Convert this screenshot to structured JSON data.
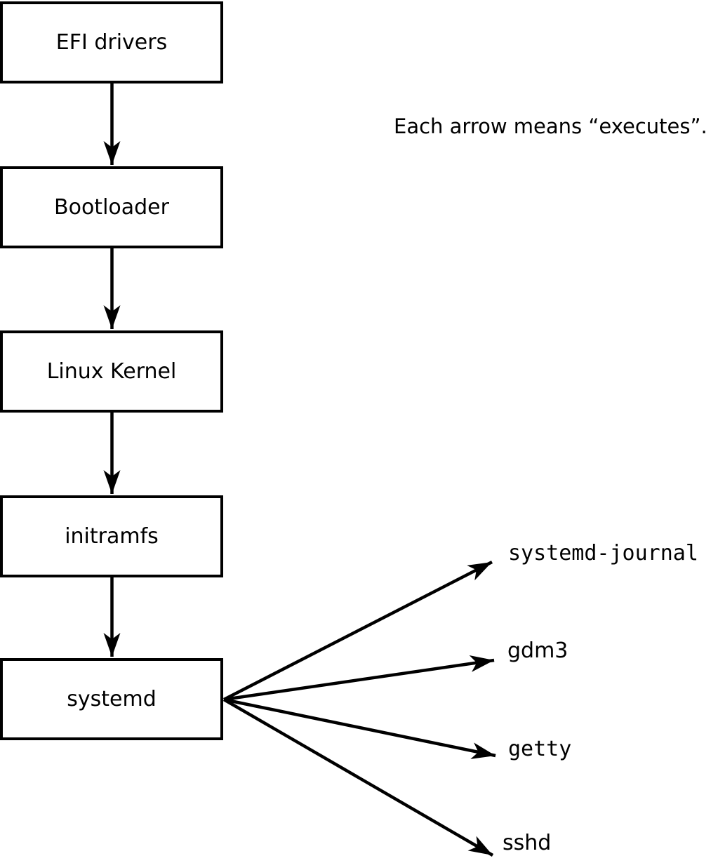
{
  "caption": "Each arrow means “executes”.",
  "chain": [
    {
      "label": "EFI drivers"
    },
    {
      "label": "Bootloader"
    },
    {
      "label": "Linux Kernel"
    },
    {
      "label": "initramfs"
    },
    {
      "label": "systemd"
    }
  ],
  "targets": [
    {
      "label": "systemd-journal"
    },
    {
      "label": "gdm3"
    },
    {
      "label": "getty"
    },
    {
      "label": "sshd"
    }
  ],
  "edges": [
    {
      "from": "EFI drivers",
      "to": "Bootloader",
      "meaning": "executes"
    },
    {
      "from": "Bootloader",
      "to": "Linux Kernel",
      "meaning": "executes"
    },
    {
      "from": "Linux Kernel",
      "to": "initramfs",
      "meaning": "executes"
    },
    {
      "from": "initramfs",
      "to": "systemd",
      "meaning": "executes"
    },
    {
      "from": "systemd",
      "to": "systemd-journal",
      "meaning": "executes"
    },
    {
      "from": "systemd",
      "to": "gdm3",
      "meaning": "executes"
    },
    {
      "from": "systemd",
      "to": "getty",
      "meaning": "executes"
    },
    {
      "from": "systemd",
      "to": "sshd",
      "meaning": "executes"
    }
  ],
  "colors": {
    "stroke": "#000000",
    "background": "#ffffff",
    "box_fill": "#ffffff"
  }
}
